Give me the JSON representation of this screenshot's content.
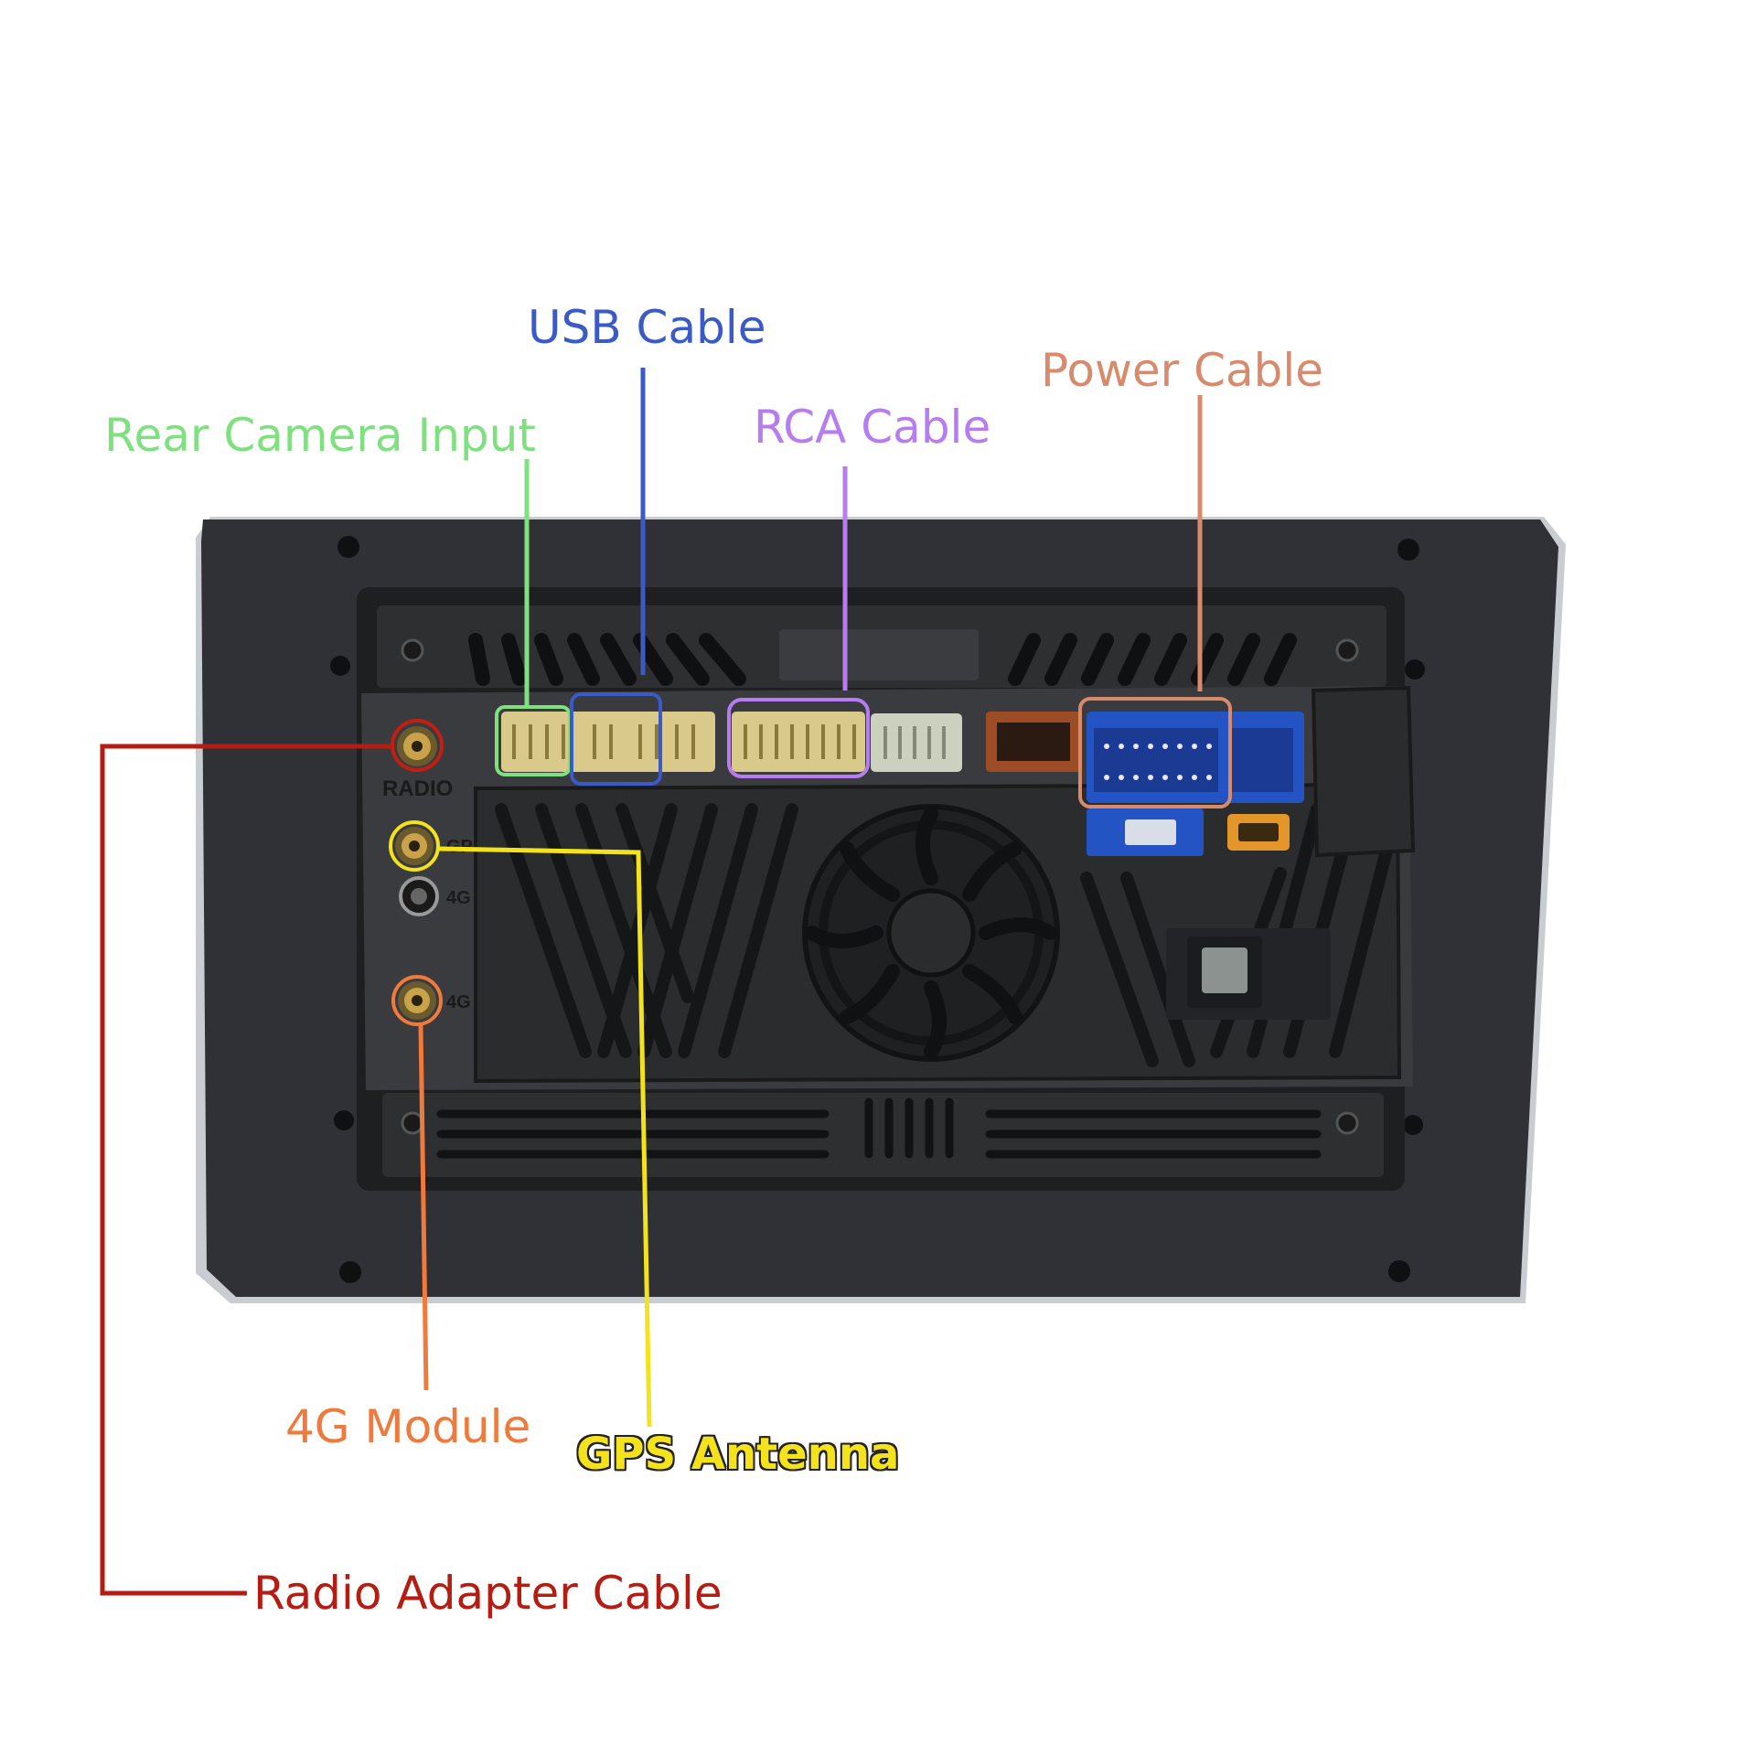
{
  "colors": {
    "background": "#ffffff",
    "bezel": "#2f3136",
    "bezel_edge": "#c9ccd1",
    "panel": "#3a3b3e",
    "heatsink": "#2b2c2e",
    "connector_cream": "#d9c98a",
    "connector_light": "#ccd0bf",
    "connector_brown": "#9c4d26",
    "connector_blue": "#2454c4",
    "connector_orange": "#e5962a"
  },
  "callouts": {
    "usb": {
      "label": "USB Cable",
      "color": "#3a5bc7"
    },
    "power": {
      "label": "Power Cable",
      "color": "#d88a6c"
    },
    "rca": {
      "label": "RCA Cable",
      "color": "#b77df0"
    },
    "rear_camera": {
      "label": "Rear Camera Input",
      "color": "#7fe07f"
    },
    "module_4g": {
      "label": "4G Module",
      "color": "#ef7a3c"
    },
    "gps": {
      "label": "GPS Antenna",
      "color": "#f4e21c"
    },
    "radio": {
      "label": "Radio Adapter Cable",
      "color": "#b51c12"
    }
  },
  "port_labels": {
    "radio": "RADIO",
    "gps": "GP",
    "fourg_upper": "4G",
    "fourg_lower": "4G"
  }
}
